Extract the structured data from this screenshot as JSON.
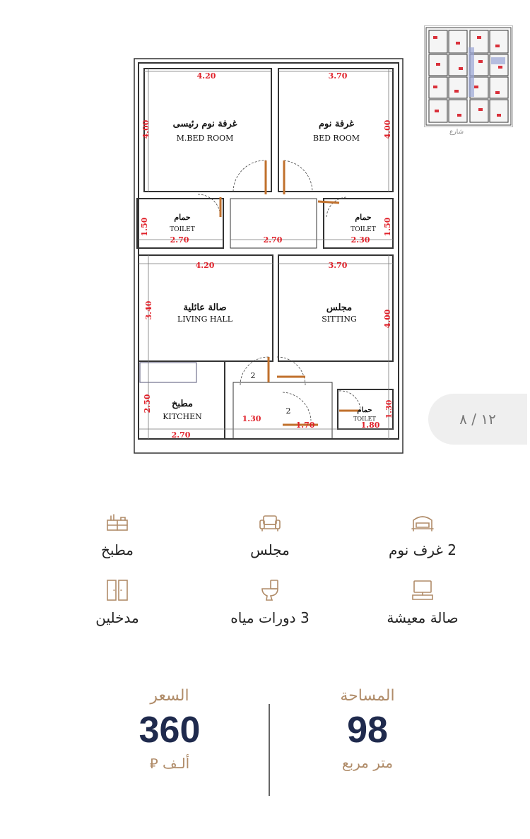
{
  "floorplan": {
    "dims": {
      "top_left": "4.20",
      "top_right": "3.70",
      "mbed_side": "4.00",
      "bed_side": "4.00",
      "toilet_left_side": "1.50",
      "toilet_right_side": "1.50",
      "toilet_left_bottom": "2.70",
      "corridor_bottom": "2.70",
      "toilet_right_bottom": "2.30",
      "living_top": "4.20",
      "sitting_top": "3.70",
      "living_side": "3.40",
      "sitting_side": "4.00",
      "kitchen_side": "2.50",
      "kitchen_bottom": "2.70",
      "entry_bottom": "1.30",
      "entry2_bottom": "1.70",
      "toilet3_bottom": "1.80",
      "toilet3_side": "1.30"
    },
    "rooms": {
      "mbed_ar": "غرفة نوم رئيسى",
      "mbed_en": "M.BED ROOM",
      "bed_ar": "غرفة نوم",
      "bed_en": "BED ROOM",
      "toilet_ar": "حمام",
      "toilet_en": "TOILET",
      "living_ar": "صالة عائلية",
      "living_en": "LIVING HALL",
      "sitting_ar": "مجلس",
      "sitting_en": "SITTING",
      "kitchen_ar": "مطبخ",
      "kitchen_en": "KITCHEN",
      "door_num_1": "2",
      "door_num_2": "2"
    }
  },
  "thumbnail": {
    "caption": "شارع"
  },
  "pager": {
    "label": "١٢ / ٨"
  },
  "features": [
    {
      "label": "2 غرف نوم",
      "icon": "bed-icon"
    },
    {
      "label": "مجلس",
      "icon": "sofa-icon"
    },
    {
      "label": "مطبخ",
      "icon": "kitchen-icon"
    },
    {
      "label": "صالة معيشة",
      "icon": "tv-icon"
    },
    {
      "label": "3 دورات مياه",
      "icon": "toilet-icon"
    },
    {
      "label": "مدخلين",
      "icon": "doors-icon"
    }
  ],
  "area": {
    "title": "المساحة",
    "value": "98",
    "unit": "متر مربع"
  },
  "price": {
    "title": "السعر",
    "value": "360",
    "unit": "ألـف ⃁"
  },
  "colors": {
    "accent": "#b08c69",
    "value": "#1f2a4d",
    "dimension": "#e0212a",
    "door": "#c0702c"
  }
}
